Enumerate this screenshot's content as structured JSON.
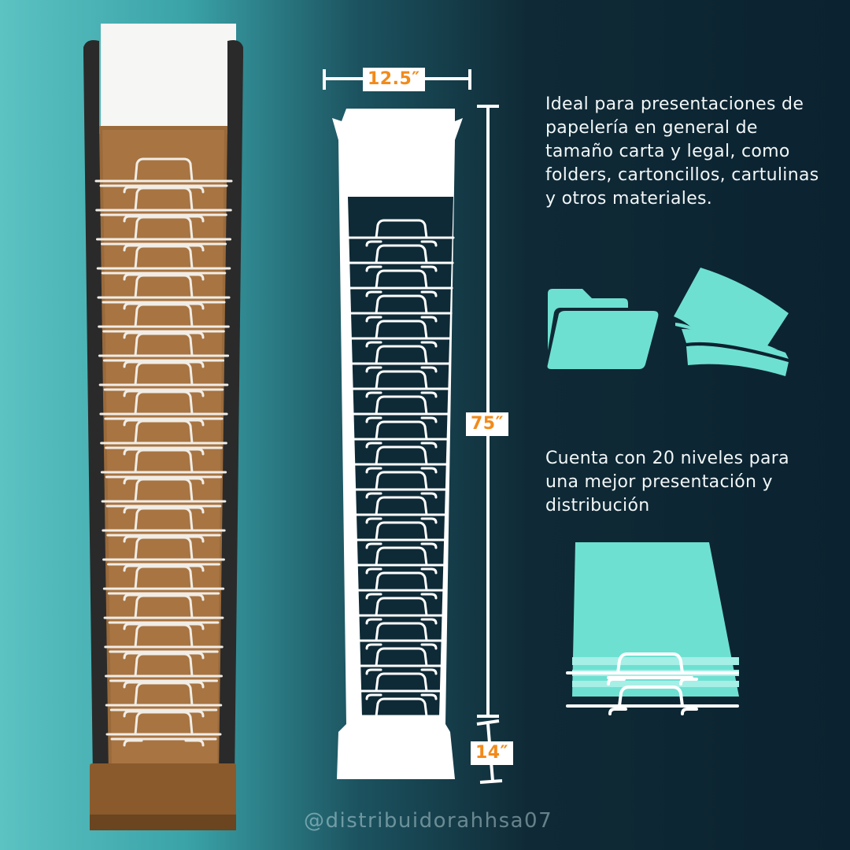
{
  "dimensions": {
    "width": "12.5″",
    "height": "75″",
    "base": "14″"
  },
  "description_top": "Ideal para presentaciones de\npapelería en general de\ntamaño carta y legal, como\nfolders, cartoncillos, cartulinas\ny otros materiales.",
  "description_levels": "Cuenta con  20 niveles para\nuna mejor presentación y\ndistribución",
  "social_handle": "@distribuidorahhsa07",
  "levels": 20,
  "icons": [
    "folder-icon",
    "papers-icon"
  ],
  "colors": {
    "accent": "#6ee0d2",
    "label_text": "#f28a1a",
    "background_dark": "#0b2230",
    "background_teal": "#5cc2c2"
  }
}
